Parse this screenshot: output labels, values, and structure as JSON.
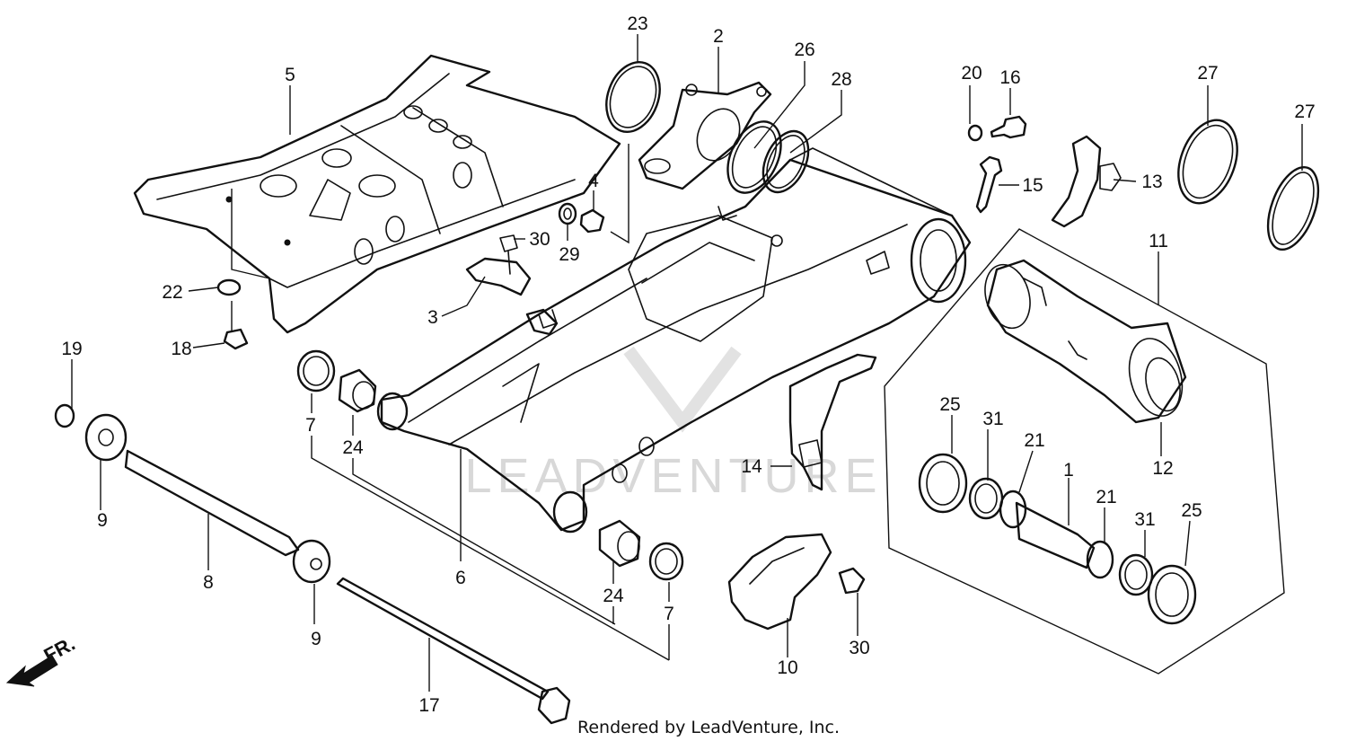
{
  "diagram": {
    "watermark_text": "LEADVENTURE",
    "direction_label": "FR.",
    "footer_text": "Rendered by LeadVenture, Inc.",
    "callouts": {
      "c1": "1",
      "c2": "2",
      "c3": "3",
      "c4": "4",
      "c5": "5",
      "c6": "6",
      "c7a": "7",
      "c7b": "7",
      "c8": "8",
      "c9a": "9",
      "c9b": "9",
      "c10": "10",
      "c11": "11",
      "c12": "12",
      "c13": "13",
      "c14": "14",
      "c15": "15",
      "c16": "16",
      "c17": "17",
      "c18": "18",
      "c19": "19",
      "c20": "20",
      "c21a": "21",
      "c21b": "21",
      "c22": "22",
      "c23": "23",
      "c24a": "24",
      "c24b": "24",
      "c25a": "25",
      "c25b": "25",
      "c26": "26",
      "c27a": "27",
      "c27b": "27",
      "c28": "28",
      "c29": "29",
      "c30a": "30",
      "c30b": "30",
      "c31a": "31",
      "c31b": "31"
    }
  }
}
